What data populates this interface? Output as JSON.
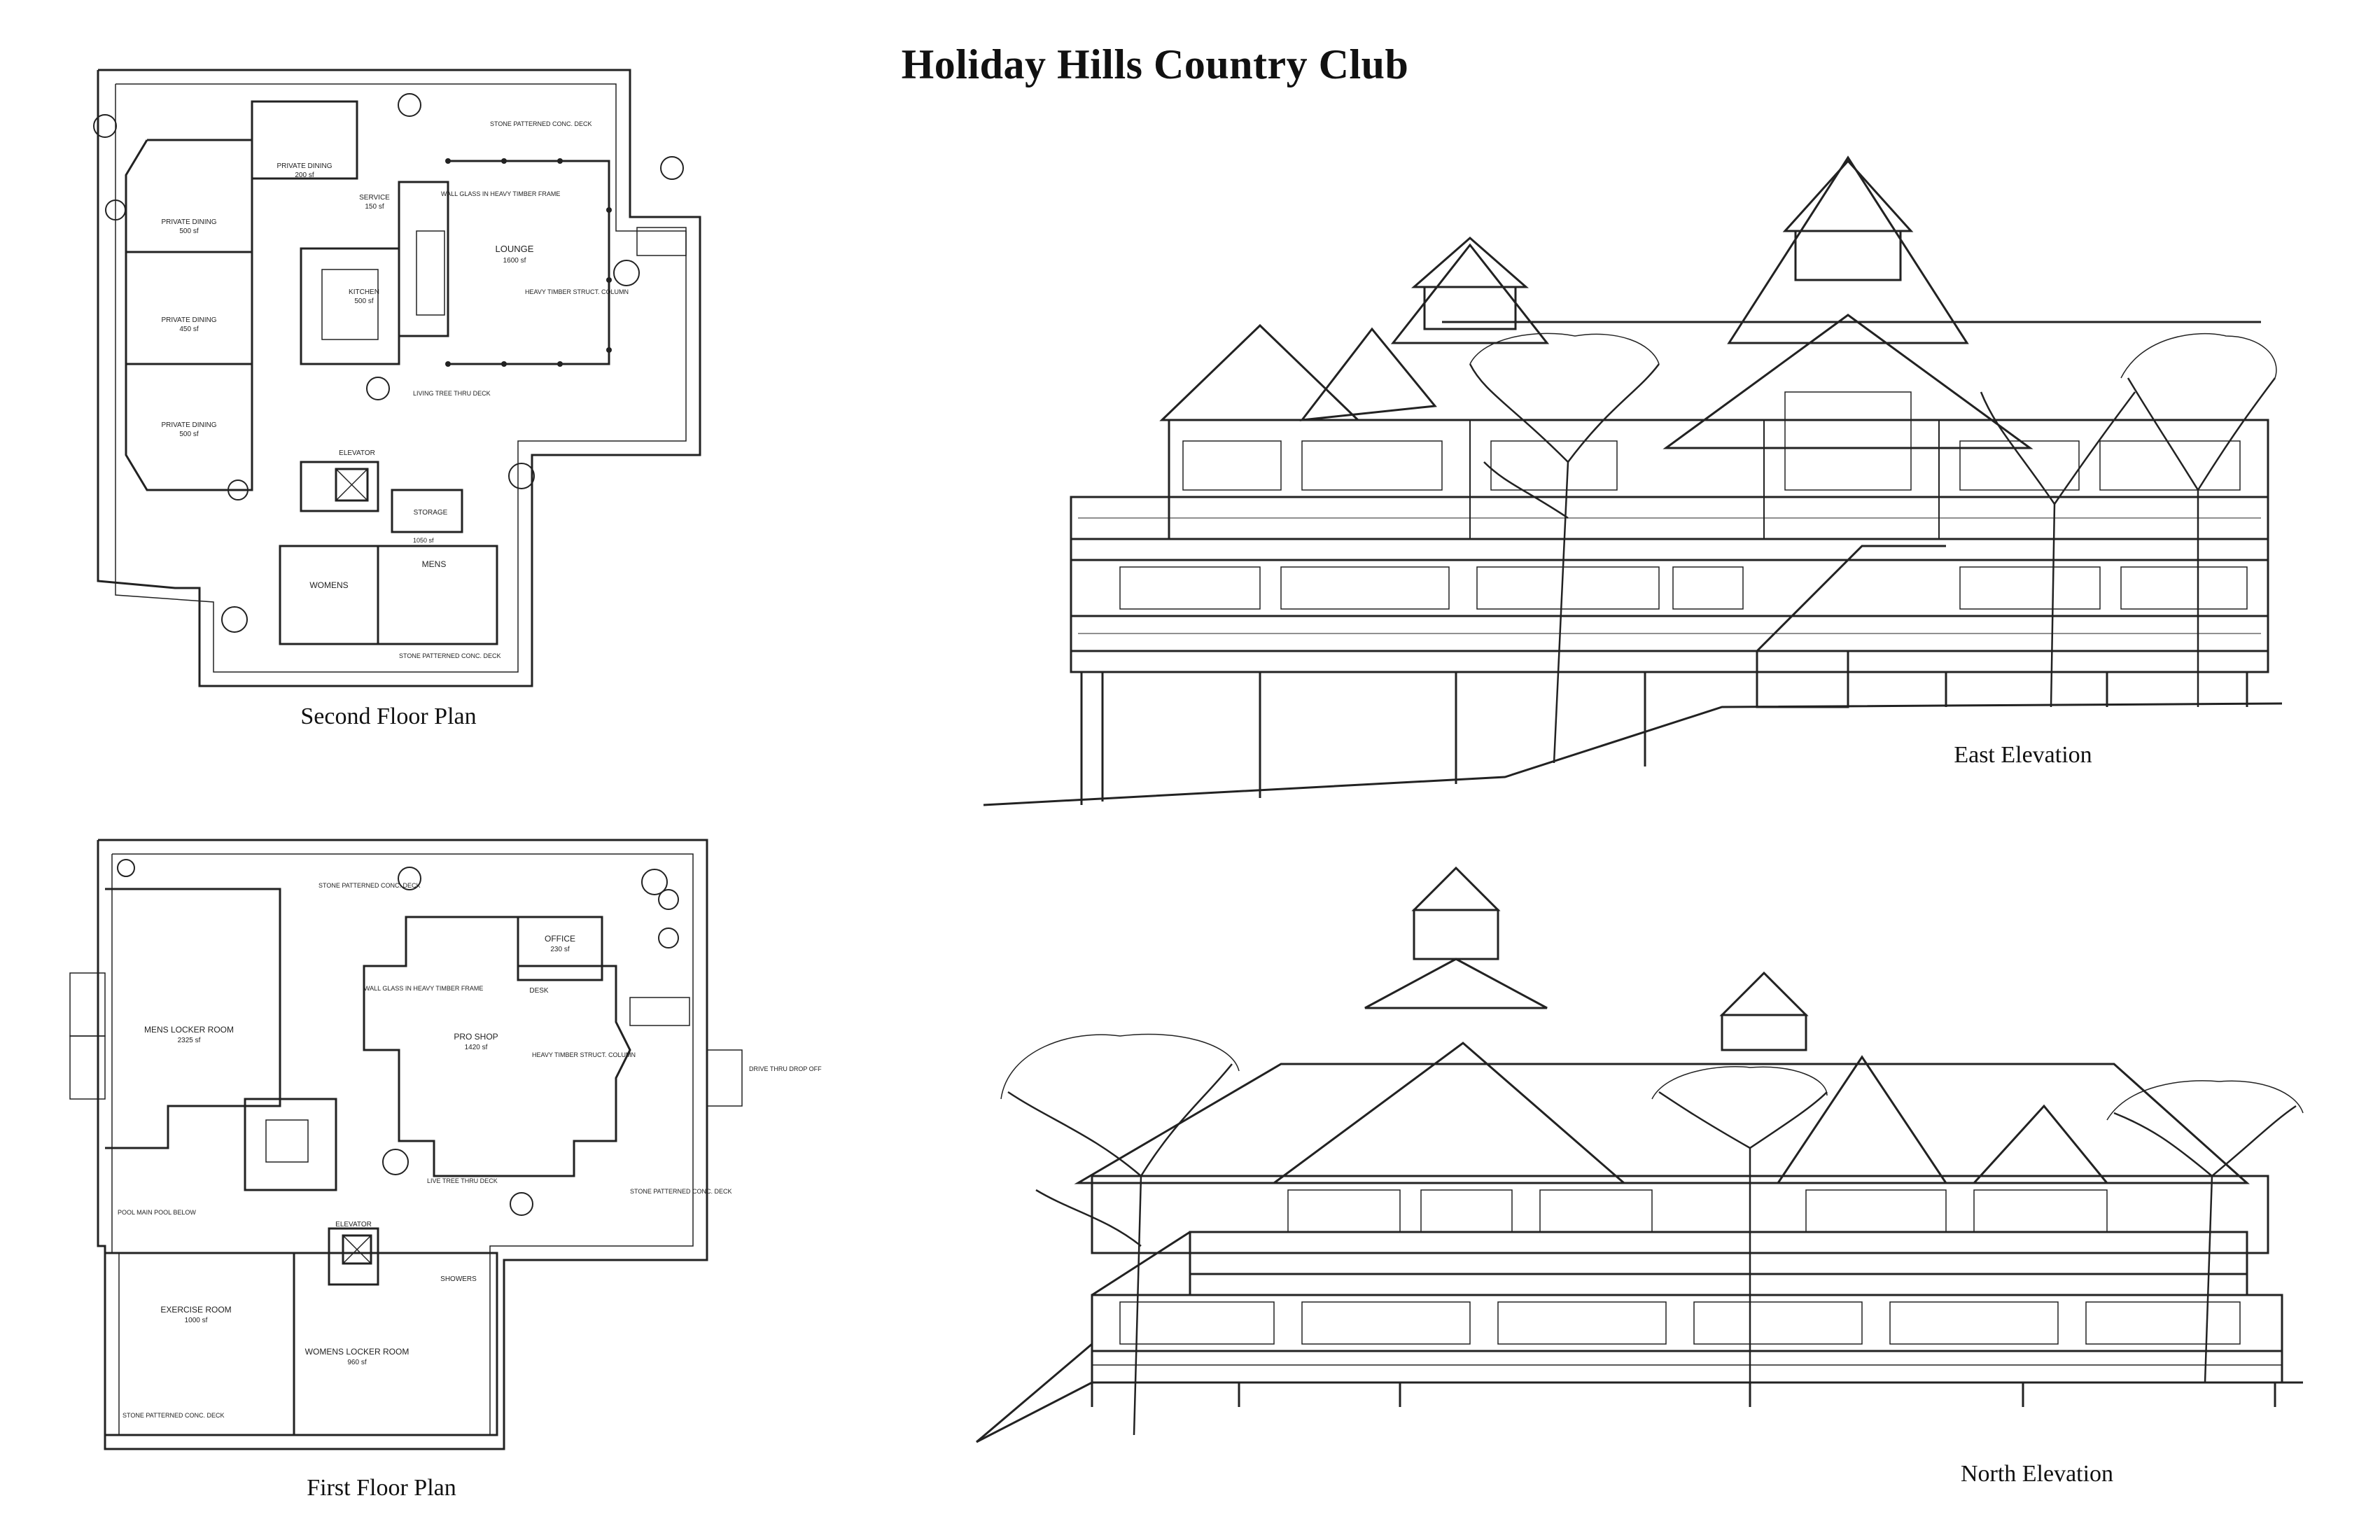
{
  "title": "Holiday Hills Country Club",
  "drawings": {
    "second_floor": {
      "caption": "Second Floor Plan",
      "rooms": [
        {
          "name": "PRIVATE DINING",
          "area": "500 sf"
        },
        {
          "name": "PRIVATE DINING",
          "area": "450 sf"
        },
        {
          "name": "PRIVATE DINING",
          "area": "500 sf"
        },
        {
          "name": "PRIVATE DINING",
          "area": "200 sf"
        },
        {
          "name": "SERVICE",
          "area": "150 sf"
        },
        {
          "name": "KITCHEN",
          "area": "500 sf"
        },
        {
          "name": "LOUNGE",
          "area": "1600 sf"
        },
        {
          "name": "WOMENS",
          "area": ""
        },
        {
          "name": "MENS",
          "area": ""
        },
        {
          "name": "STORAGE",
          "area": ""
        },
        {
          "name": "ELEVATOR",
          "area": ""
        }
      ],
      "notes": [
        "STONE PATTERNED CONC. DECK",
        "WALL GLASS IN HEAVY TIMBER FRAME",
        "HEAVY TIMBER STRUCT. COLUMN",
        "LIVING TREE THRU DECK",
        "STONE PATTERNED CONC. DECK",
        "1050 sf"
      ]
    },
    "first_floor": {
      "caption": "First Floor Plan",
      "rooms": [
        {
          "name": "MENS LOCKER ROOM",
          "area": "2325 sf"
        },
        {
          "name": "OFFICE",
          "area": "230 sf"
        },
        {
          "name": "PRO SHOP",
          "area": "1420 sf"
        },
        {
          "name": "EXERCISE ROOM",
          "area": "1000 sf"
        },
        {
          "name": "WOMENS LOCKER ROOM",
          "area": "960 sf"
        },
        {
          "name": "ELEVATOR",
          "area": ""
        },
        {
          "name": "SHOWERS",
          "area": ""
        },
        {
          "name": "DESK",
          "area": ""
        }
      ],
      "notes": [
        "STONE PATTERNED CONC. DECK",
        "WALL GLASS IN HEAVY TIMBER FRAME",
        "HEAVY TIMBER STRUCT. COLUMN",
        "LIVE TREE THRU DECK",
        "STONE PATTERNED CONC. DECK",
        "POOL MAIN POOL BELOW",
        "STONE PATTERNED CONC. DECK",
        "DRIVE THRU DROP OFF"
      ]
    },
    "east_elevation": {
      "caption": "East Elevation"
    },
    "north_elevation": {
      "caption": "North Elevation"
    }
  }
}
